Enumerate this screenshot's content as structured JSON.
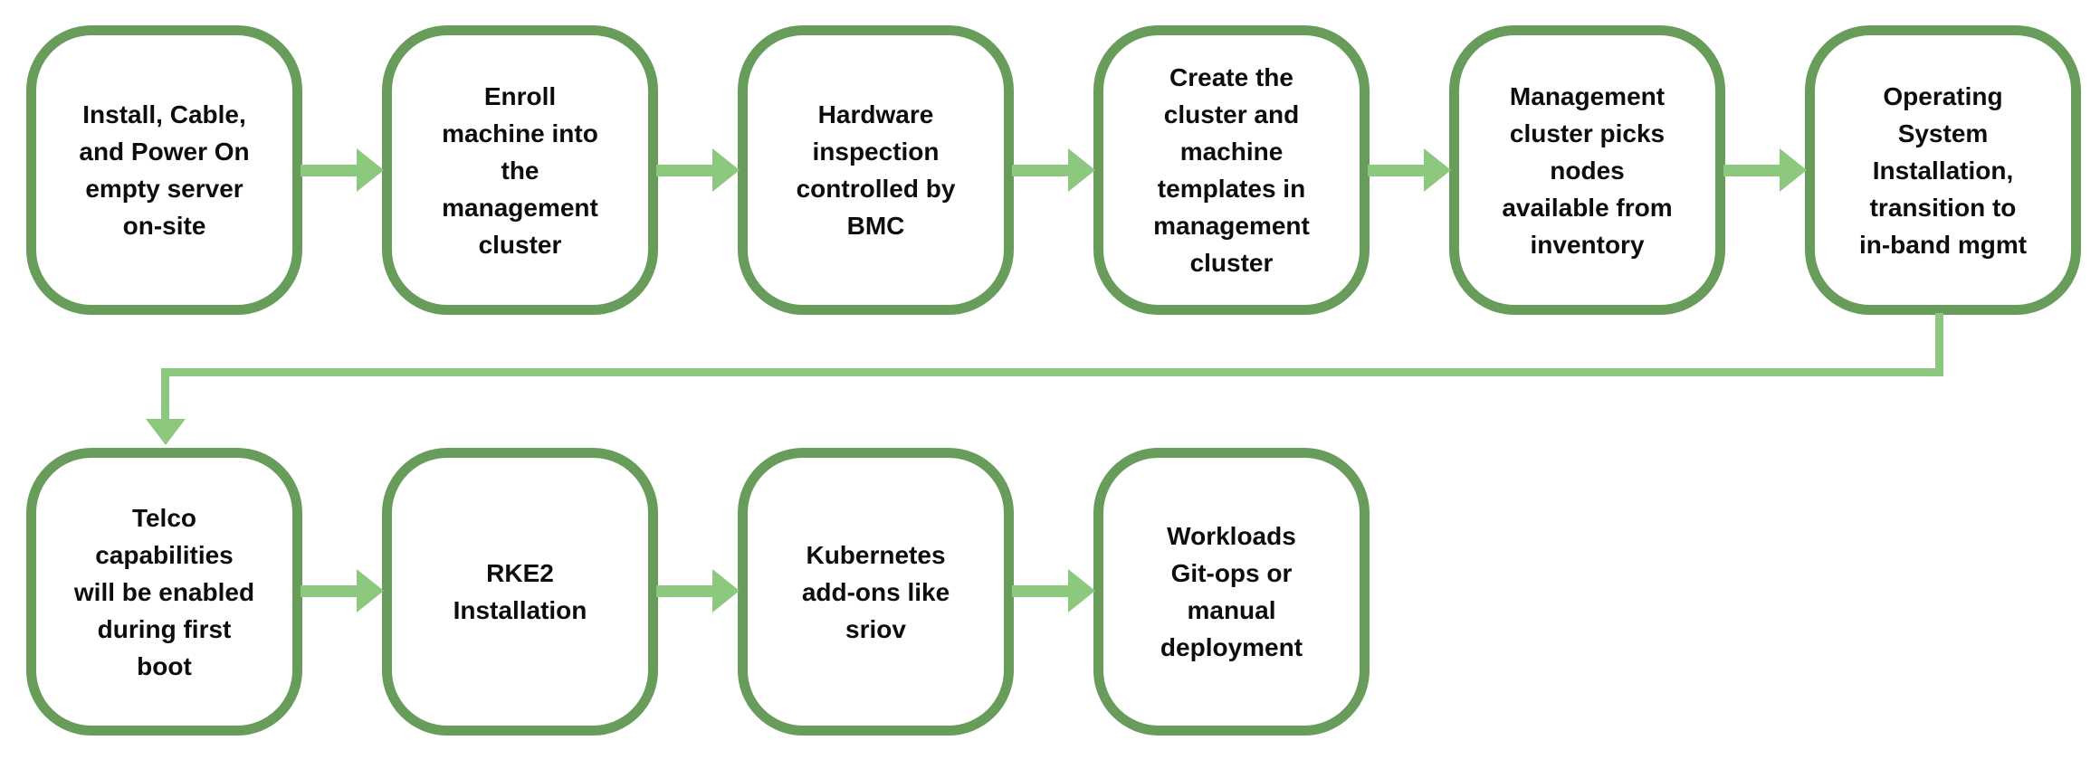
{
  "colors": {
    "background": "#ffffff",
    "box_fill": "#ffffff",
    "box_border": "#679C5B",
    "arrow": "#8CC87D",
    "text": "#0d0d0d"
  },
  "flowchart": {
    "rows": [
      {
        "name": "row-1",
        "boxes": [
          {
            "id": "install-cable-power-on",
            "label_lines": [
              "Install, Cable,",
              "and Power On",
              "empty server",
              "on-site"
            ]
          },
          {
            "id": "enroll-machine",
            "label_lines": [
              "Enroll",
              "machine into",
              "the",
              "management",
              "cluster"
            ]
          },
          {
            "id": "hardware-inspection",
            "label_lines": [
              "Hardware",
              "inspection",
              "controlled by",
              "BMC"
            ]
          },
          {
            "id": "create-templates",
            "label_lines": [
              "Create the",
              "cluster and",
              "machine",
              "templates in",
              "management",
              "cluster"
            ]
          },
          {
            "id": "pick-nodes",
            "label_lines": [
              "Management",
              "cluster picks",
              "nodes",
              "available from",
              "inventory"
            ]
          },
          {
            "id": "os-installation",
            "label_lines": [
              "Operating",
              "System",
              "Installation,",
              "transition to",
              "in-band mgmt"
            ]
          }
        ]
      },
      {
        "name": "row-2",
        "boxes": [
          {
            "id": "telco-capabilities",
            "label_lines": [
              "Telco",
              "capabilities",
              "will be enabled",
              "during first",
              "boot"
            ]
          },
          {
            "id": "rke2-installation",
            "label_lines": [
              "RKE2",
              "Installation"
            ]
          },
          {
            "id": "k8s-addons",
            "label_lines": [
              "Kubernetes",
              "add-ons like",
              "sriov"
            ]
          },
          {
            "id": "workloads-deployment",
            "label_lines": [
              "Workloads",
              "Git-ops or",
              "manual",
              "deployment"
            ]
          }
        ]
      }
    ],
    "edges": [
      {
        "from": "install-cable-power-on",
        "to": "enroll-machine"
      },
      {
        "from": "enroll-machine",
        "to": "hardware-inspection"
      },
      {
        "from": "hardware-inspection",
        "to": "create-templates"
      },
      {
        "from": "create-templates",
        "to": "pick-nodes"
      },
      {
        "from": "pick-nodes",
        "to": "os-installation"
      },
      {
        "from": "os-installation",
        "to": "telco-capabilities"
      },
      {
        "from": "telco-capabilities",
        "to": "rke2-installation"
      },
      {
        "from": "rke2-installation",
        "to": "k8s-addons"
      },
      {
        "from": "k8s-addons",
        "to": "workloads-deployment"
      }
    ]
  }
}
